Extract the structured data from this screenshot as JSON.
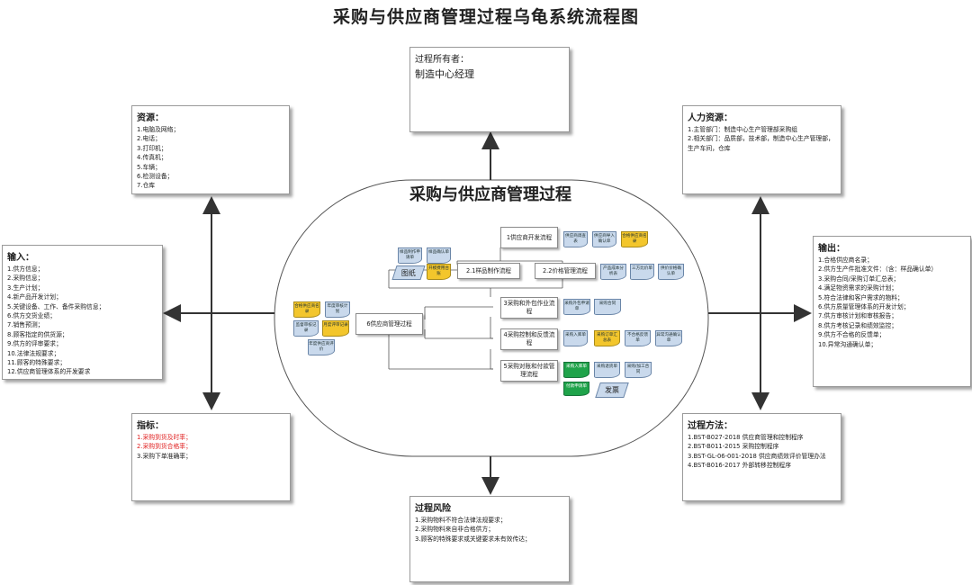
{
  "title": "采购与供应商管理过程乌龟系统流程图",
  "center": {
    "title": "采购与供应商管理过程"
  },
  "owner": {
    "title": "过程所有者：",
    "name": "制造中心经理"
  },
  "resources": {
    "title": "资源：",
    "items": [
      "1.电脑及网络；",
      "2.电话；",
      "3.打印机；",
      "4.传真机；",
      "5.车辆；",
      "6.检测设备；",
      "7.仓库"
    ]
  },
  "human": {
    "title": "人力资源：",
    "items": [
      "1.主管部门：制造中心生产管理部采购组",
      "2.相关部门：品质部，技术部，制造中心生产管理部，生产车间，仓库"
    ]
  },
  "inputs": {
    "title": "输入：",
    "items": [
      "1.供方信息；",
      "2.采购信息；",
      "3.生产计划；",
      "4.新产品开发计划；",
      "5.关键设备、工作、备件采购信息；",
      "6.供方交货业绩；",
      "7.销售预测；",
      "8.顾客指定的供货源；",
      "9.供方的评审要求；",
      "10.法律法规要求；",
      "11.顾客的特殊要求；",
      "12.供应商管理体系的开发要求"
    ]
  },
  "outputs": {
    "title": "输出：",
    "items": [
      "1.合格供应商名录；",
      "2.供方生产件批准文件：（含：样品确认单）",
      "3.采购合同/采购订单汇总表；",
      "4.满足物资需求的采购计划；",
      "5.符合法律和客户需求的物料；",
      "6.供方质量管理体系的开发计划；",
      "7.供方审核计划和审核报告；",
      "8.供方考核记录和绩效监控；",
      "9.供方不合格的反馈单；",
      "10.异常沟通确认单；"
    ]
  },
  "indicators": {
    "title": "指标：",
    "items": [
      {
        "text": "1.采购到货及时率；",
        "color": "#e02020"
      },
      {
        "text": "2.采购到货合格率；",
        "color": "#e02020"
      },
      {
        "text": "3.采购下单准确率；",
        "color": "#222222"
      }
    ]
  },
  "methods": {
    "title": "过程方法：",
    "items": [
      "1.BST-B027-2018 供应商管理和控制程序",
      "2.BST-B011-2015 采购控制程序",
      "3.BST-GL-06-001-2018 供应商绩效评价管理办法",
      "4.BST-B016-2017 外部转移控制程序"
    ]
  },
  "risks": {
    "title": "过程风险",
    "items": [
      "1.采购物料不符合法律法规要求；",
      "2.采购物料来自非合格供方；",
      "3.顾客的特殊要求或关键要求未有效传达；"
    ]
  },
  "processes": {
    "p1": "1供应商开发流程",
    "p21": "2.1样品制作流程",
    "p22": "2.2价格管理流程",
    "p3": "3采购和外包作业流程",
    "p4": "4采购控制和反馈流程",
    "p5": "5采购对账和付款管理流程",
    "p6": "6供应商管理过程"
  },
  "docs": {
    "sample_apply": "样品制作申请单",
    "sample_confirm": "样品确认单",
    "drawing": "图纸",
    "dev_ledger": "开模费用台账",
    "supplier_survey": "供应商调查表",
    "supplier_entry": "供应商导入确认单",
    "qualified_list": "合格供应商名录",
    "cost_analysis": "产品成本分析表",
    "three_compare": "三方比价单",
    "price_confirm": "供价价格确认单",
    "order_apply": "采购外包申请单",
    "contract": "采购合同",
    "inbound": "采购入库单",
    "order_summary": "采购订单汇总表",
    "nonconform": "不合格反馈单",
    "abnormal": "异常沟通确认单",
    "inbound2": "采购入库单",
    "return_order": "采购退货单",
    "outsource_contract": "采购/加工合同",
    "payment": "付款申请单",
    "invoice": "发票",
    "qualified_list2": "合格供应商名录",
    "annual_audit": "年度审核计划",
    "audit_record": "监督审核记录",
    "perf_review": "月度评审记录",
    "annual_eval": "年度供应商评价"
  },
  "colors": {
    "doc_blue": "#c9d9ec",
    "doc_yellow": "#f3c62c",
    "doc_green": "#1fa34a",
    "alert": "#e02020"
  }
}
